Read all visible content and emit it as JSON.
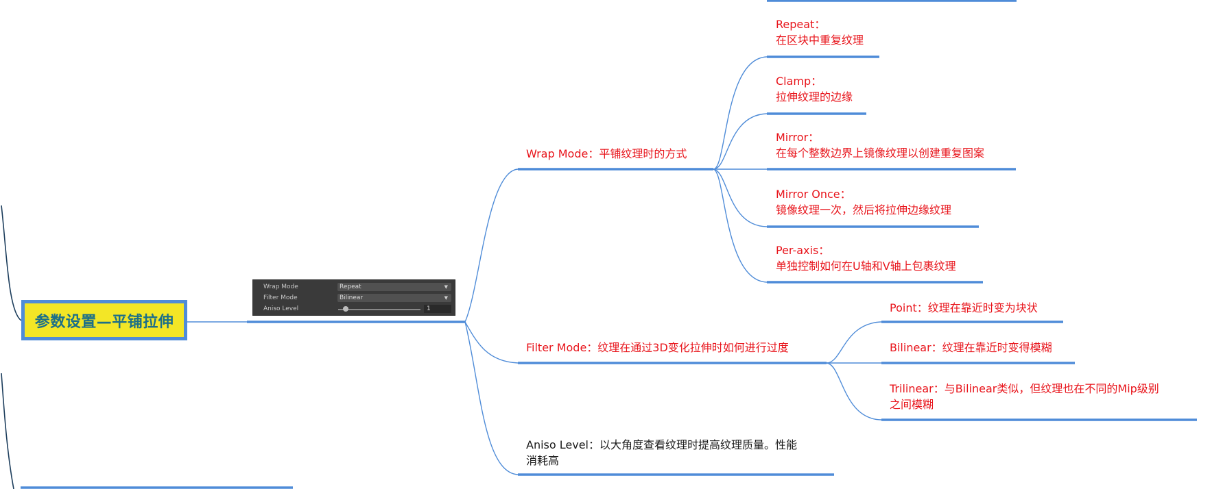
{
  "root": {
    "title": "参数设置—平铺拉伸"
  },
  "unity_panel": {
    "rows": [
      {
        "label": "Wrap Mode",
        "value": "Repeat"
      },
      {
        "label": "Filter Mode",
        "value": "Bilinear"
      },
      {
        "label": "Aniso Level",
        "value": "1"
      }
    ]
  },
  "branches": {
    "wrap_mode": {
      "title": "Wrap Mode：平铺纹理时的方式"
    },
    "filter_mode": {
      "title": "Filter Mode：纹理在通过3D变化拉伸时如何进行过度"
    },
    "aniso_level": {
      "line1": "Aniso Level：以大角度查看纹理时提高纹理质量。性能",
      "line2": "消耗高"
    }
  },
  "wrap_children": [
    {
      "line1": "Repeat：",
      "line2": "在区块中重复纹理"
    },
    {
      "line1": "Clamp：",
      "line2": "拉伸纹理的边缘"
    },
    {
      "line1": "Mirror：",
      "line2": "在每个整数边界上镜像纹理以创建重复图案"
    },
    {
      "line1": "Mirror Once：",
      "line2": "镜像纹理一次，然后将拉伸边缘纹理"
    },
    {
      "line1": "Per-axis：",
      "line2": "单独控制如何在U轴和V轴上包裹纹理"
    }
  ],
  "filter_children": [
    {
      "line1": "Point：纹理在靠近时变为块状",
      "line2": ""
    },
    {
      "line1": "Bilinear：纹理在靠近时变得模糊",
      "line2": ""
    },
    {
      "line1": "Trilinear：与Bilinear类似，但纹理也在不同的Mip级别",
      "line2": "之间模糊"
    }
  ],
  "colors": {
    "line": "#4f8cd8",
    "red_text": "#e8141b",
    "root_fill": "#f3e626",
    "root_text": "#1c6f89"
  }
}
